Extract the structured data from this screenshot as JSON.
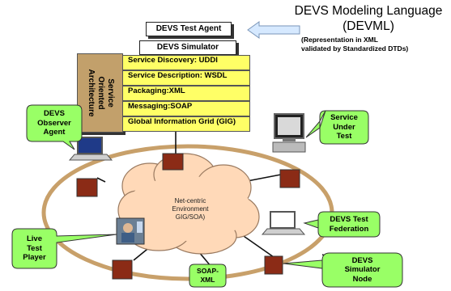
{
  "title": {
    "line1": "DEVS Modeling Language",
    "line2": "(DEVML)",
    "sub1": "(Representation in XML",
    "sub2": "validated by Standardized DTDs)"
  },
  "stack": {
    "test_agent": "DEVS Test Agent",
    "simulator": "DEVS Simulator",
    "soa_label": "Service\nOriented\nArchitecture",
    "layers": [
      "Service Discovery: UDDI",
      "Service Description: WSDL",
      "Packaging:XML",
      "Messaging:SOAP",
      "Global Information Grid (GIG)"
    ]
  },
  "cloud": {
    "line1": "Net-centric",
    "line2": "Environment",
    "line3": "GIG/SOA)"
  },
  "callouts": {
    "observer": "DEVS\nObserver\nAgent",
    "service_under_test": "Service\nUnder\nTest",
    "test_federation": "DEVS Test\nFederation",
    "live_player": "Live\nTest\nPlayer",
    "soap_xml": "SOAP-\nXML",
    "simulator_node": "DEVS\nSimulator\nNode"
  },
  "colors": {
    "layer_fill": "#ffff66",
    "soa_fill": "#c2a06b",
    "callout_fill": "#99ff66",
    "cloud_fill": "#ffd9b8",
    "ring": "#c8a06a",
    "node_fill": "#8b2b16",
    "arrow_fill": "#d6e9ff"
  }
}
